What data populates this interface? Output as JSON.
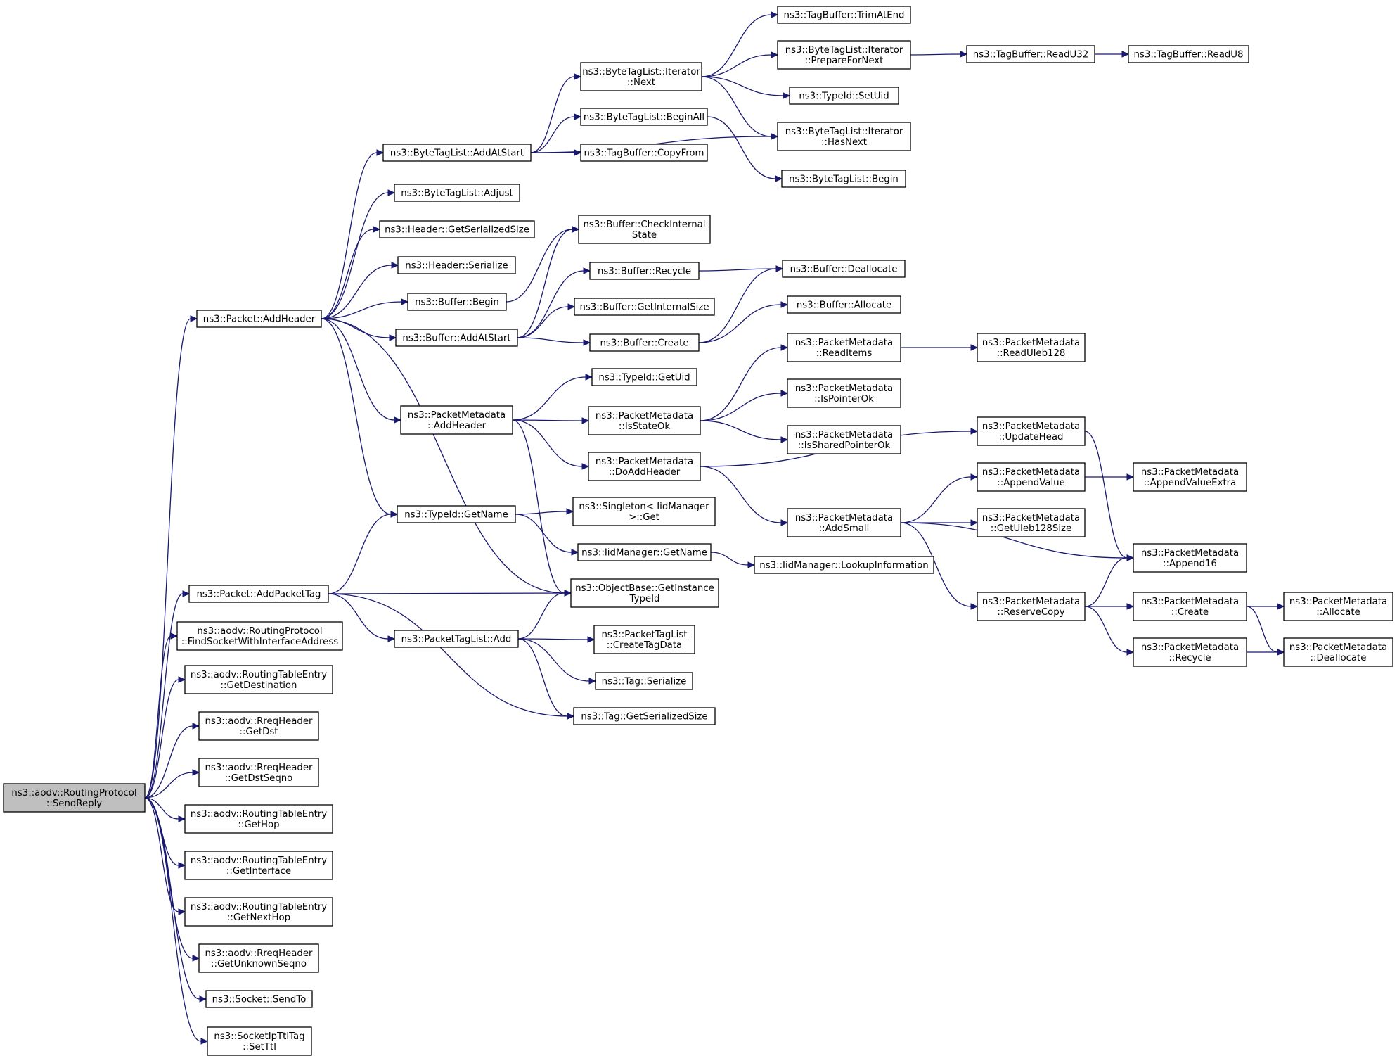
{
  "root": "n0",
  "nodes": [
    {
      "id": "n0",
      "label": [
        "ns3::aodv::RoutingProtocol",
        "::SendReply"
      ]
    },
    {
      "id": "n1",
      "label": [
        "ns3::Packet::AddHeader"
      ]
    },
    {
      "id": "n2",
      "label": [
        "ns3::Packet::AddPacketTag"
      ]
    },
    {
      "id": "n3",
      "label": [
        "ns3::aodv::RoutingProtocol",
        "::FindSocketWithInterfaceAddress"
      ]
    },
    {
      "id": "n4",
      "label": [
        "ns3::aodv::RoutingTableEntry",
        "::GetDestination"
      ]
    },
    {
      "id": "n5",
      "label": [
        "ns3::aodv::RreqHeader",
        "::GetDst"
      ]
    },
    {
      "id": "n6",
      "label": [
        "ns3::aodv::RreqHeader",
        "::GetDstSeqno"
      ]
    },
    {
      "id": "n7",
      "label": [
        "ns3::aodv::RoutingTableEntry",
        "::GetHop"
      ]
    },
    {
      "id": "n8",
      "label": [
        "ns3::aodv::RoutingTableEntry",
        "::GetInterface"
      ]
    },
    {
      "id": "n9",
      "label": [
        "ns3::aodv::RoutingTableEntry",
        "::GetNextHop"
      ]
    },
    {
      "id": "n10",
      "label": [
        "ns3::aodv::RreqHeader",
        "::GetUnknownSeqno"
      ]
    },
    {
      "id": "n11",
      "label": [
        "ns3::Socket::SendTo"
      ]
    },
    {
      "id": "n12",
      "label": [
        "ns3::SocketIpTtlTag",
        "::SetTtl"
      ]
    },
    {
      "id": "n13",
      "label": [
        "ns3::ByteTagList::AddAtStart"
      ]
    },
    {
      "id": "n14",
      "label": [
        "ns3::ByteTagList::Adjust"
      ]
    },
    {
      "id": "n15",
      "label": [
        "ns3::Header::GetSerializedSize"
      ]
    },
    {
      "id": "n16",
      "label": [
        "ns3::Header::Serialize"
      ]
    },
    {
      "id": "n17",
      "label": [
        "ns3::Buffer::Begin"
      ]
    },
    {
      "id": "n18",
      "label": [
        "ns3::Buffer::AddAtStart"
      ]
    },
    {
      "id": "n19",
      "label": [
        "ns3::PacketMetadata",
        "::AddHeader"
      ]
    },
    {
      "id": "n20",
      "label": [
        "ns3::TypeId::GetName"
      ]
    },
    {
      "id": "n21",
      "label": [
        "ns3::PacketTagList::Add"
      ]
    },
    {
      "id": "n22",
      "label": [
        "ns3::ByteTagList::Iterator",
        "::Next"
      ]
    },
    {
      "id": "n23",
      "label": [
        "ns3::ByteTagList::BeginAll"
      ]
    },
    {
      "id": "n24",
      "label": [
        "ns3::TagBuffer::CopyFrom"
      ]
    },
    {
      "id": "n25",
      "label": [
        "ns3::Buffer::CheckInternal",
        "State"
      ]
    },
    {
      "id": "n26",
      "label": [
        "ns3::Buffer::Recycle"
      ]
    },
    {
      "id": "n27",
      "label": [
        "ns3::Buffer::GetInternalSize"
      ]
    },
    {
      "id": "n28",
      "label": [
        "ns3::Buffer::Create"
      ]
    },
    {
      "id": "n29",
      "label": [
        "ns3::TypeId::GetUid"
      ]
    },
    {
      "id": "n30",
      "label": [
        "ns3::PacketMetadata",
        "::IsStateOk"
      ]
    },
    {
      "id": "n31",
      "label": [
        "ns3::PacketMetadata",
        "::DoAddHeader"
      ]
    },
    {
      "id": "n32",
      "label": [
        "ns3::Singleton< IidManager",
        " >::Get"
      ]
    },
    {
      "id": "n33",
      "label": [
        "ns3::IidManager::GetName"
      ]
    },
    {
      "id": "n34",
      "label": [
        "ns3::ObjectBase::GetInstance",
        "TypeId"
      ]
    },
    {
      "id": "n35",
      "label": [
        "ns3::PacketTagList",
        "::CreateTagData"
      ]
    },
    {
      "id": "n36",
      "label": [
        "ns3::Tag::Serialize"
      ]
    },
    {
      "id": "n37",
      "label": [
        "ns3::Tag::GetSerializedSize"
      ]
    },
    {
      "id": "n38",
      "label": [
        "ns3::TagBuffer::TrimAtEnd"
      ]
    },
    {
      "id": "n39",
      "label": [
        "ns3::ByteTagList::Iterator",
        "::PrepareForNext"
      ]
    },
    {
      "id": "n40",
      "label": [
        "ns3::TypeId::SetUid"
      ]
    },
    {
      "id": "n41",
      "label": [
        "ns3::ByteTagList::Iterator",
        "::HasNext"
      ]
    },
    {
      "id": "n42",
      "label": [
        "ns3::ByteTagList::Begin"
      ]
    },
    {
      "id": "n43",
      "label": [
        "ns3::Buffer::Deallocate"
      ]
    },
    {
      "id": "n44",
      "label": [
        "ns3::Buffer::Allocate"
      ]
    },
    {
      "id": "n45",
      "label": [
        "ns3::PacketMetadata",
        "::ReadItems"
      ]
    },
    {
      "id": "n46",
      "label": [
        "ns3::PacketMetadata",
        "::IsPointerOk"
      ]
    },
    {
      "id": "n47",
      "label": [
        "ns3::PacketMetadata",
        "::IsSharedPointerOk"
      ]
    },
    {
      "id": "n48",
      "label": [
        "ns3::PacketMetadata",
        "::AddSmall"
      ]
    },
    {
      "id": "n49",
      "label": [
        "ns3::IidManager::LookupInformation"
      ]
    },
    {
      "id": "n50",
      "label": [
        "ns3::TagBuffer::ReadU32"
      ]
    },
    {
      "id": "n51",
      "label": [
        "ns3::TagBuffer::ReadU8"
      ]
    },
    {
      "id": "n52",
      "label": [
        "ns3::PacketMetadata",
        "::ReadUleb128"
      ]
    },
    {
      "id": "n53",
      "label": [
        "ns3::PacketMetadata",
        "::UpdateHead"
      ]
    },
    {
      "id": "n54",
      "label": [
        "ns3::PacketMetadata",
        "::AppendValue"
      ]
    },
    {
      "id": "n55",
      "label": [
        "ns3::PacketMetadata",
        "::GetUleb128Size"
      ]
    },
    {
      "id": "n56",
      "label": [
        "ns3::PacketMetadata",
        "::ReserveCopy"
      ]
    },
    {
      "id": "n57",
      "label": [
        "ns3::PacketMetadata",
        "::AppendValueExtra"
      ]
    },
    {
      "id": "n58",
      "label": [
        "ns3::PacketMetadata",
        "::Append16"
      ]
    },
    {
      "id": "n59",
      "label": [
        "ns3::PacketMetadata",
        "::Create"
      ]
    },
    {
      "id": "n60",
      "label": [
        "ns3::PacketMetadata",
        "::Recycle"
      ]
    },
    {
      "id": "n61",
      "label": [
        "ns3::PacketMetadata",
        "::Allocate"
      ]
    },
    {
      "id": "n62",
      "label": [
        "ns3::PacketMetadata",
        "::Deallocate"
      ]
    }
  ],
  "edges": [
    [
      "n0",
      "n1"
    ],
    [
      "n0",
      "n2"
    ],
    [
      "n0",
      "n3"
    ],
    [
      "n0",
      "n4"
    ],
    [
      "n0",
      "n5"
    ],
    [
      "n0",
      "n6"
    ],
    [
      "n0",
      "n7"
    ],
    [
      "n0",
      "n8"
    ],
    [
      "n0",
      "n9"
    ],
    [
      "n0",
      "n10"
    ],
    [
      "n0",
      "n11"
    ],
    [
      "n0",
      "n12"
    ],
    [
      "n1",
      "n13"
    ],
    [
      "n1",
      "n14"
    ],
    [
      "n1",
      "n15"
    ],
    [
      "n1",
      "n16"
    ],
    [
      "n1",
      "n17"
    ],
    [
      "n1",
      "n18"
    ],
    [
      "n1",
      "n19"
    ],
    [
      "n1",
      "n20"
    ],
    [
      "n1",
      "n34"
    ],
    [
      "n2",
      "n20"
    ],
    [
      "n2",
      "n34"
    ],
    [
      "n2",
      "n21"
    ],
    [
      "n2",
      "n37"
    ],
    [
      "n13",
      "n22"
    ],
    [
      "n13",
      "n23"
    ],
    [
      "n13",
      "n24"
    ],
    [
      "n13",
      "n41"
    ],
    [
      "n22",
      "n38"
    ],
    [
      "n22",
      "n39"
    ],
    [
      "n22",
      "n40"
    ],
    [
      "n22",
      "n41"
    ],
    [
      "n23",
      "n42"
    ],
    [
      "n39",
      "n50"
    ],
    [
      "n50",
      "n51"
    ],
    [
      "n17",
      "n25"
    ],
    [
      "n18",
      "n25"
    ],
    [
      "n18",
      "n26"
    ],
    [
      "n18",
      "n27"
    ],
    [
      "n18",
      "n28"
    ],
    [
      "n26",
      "n43"
    ],
    [
      "n28",
      "n43"
    ],
    [
      "n28",
      "n44"
    ],
    [
      "n19",
      "n29"
    ],
    [
      "n19",
      "n30"
    ],
    [
      "n19",
      "n31"
    ],
    [
      "n19",
      "n34"
    ],
    [
      "n30",
      "n45"
    ],
    [
      "n30",
      "n46"
    ],
    [
      "n30",
      "n47"
    ],
    [
      "n45",
      "n52"
    ],
    [
      "n31",
      "n53"
    ],
    [
      "n31",
      "n48"
    ],
    [
      "n48",
      "n54"
    ],
    [
      "n48",
      "n55"
    ],
    [
      "n48",
      "n58"
    ],
    [
      "n48",
      "n56"
    ],
    [
      "n53",
      "n58"
    ],
    [
      "n54",
      "n57"
    ],
    [
      "n56",
      "n58"
    ],
    [
      "n56",
      "n59"
    ],
    [
      "n56",
      "n60"
    ],
    [
      "n59",
      "n61"
    ],
    [
      "n59",
      "n62"
    ],
    [
      "n60",
      "n62"
    ],
    [
      "n20",
      "n32"
    ],
    [
      "n20",
      "n33"
    ],
    [
      "n33",
      "n49"
    ],
    [
      "n21",
      "n34"
    ],
    [
      "n21",
      "n35"
    ],
    [
      "n21",
      "n36"
    ],
    [
      "n21",
      "n37"
    ]
  ]
}
